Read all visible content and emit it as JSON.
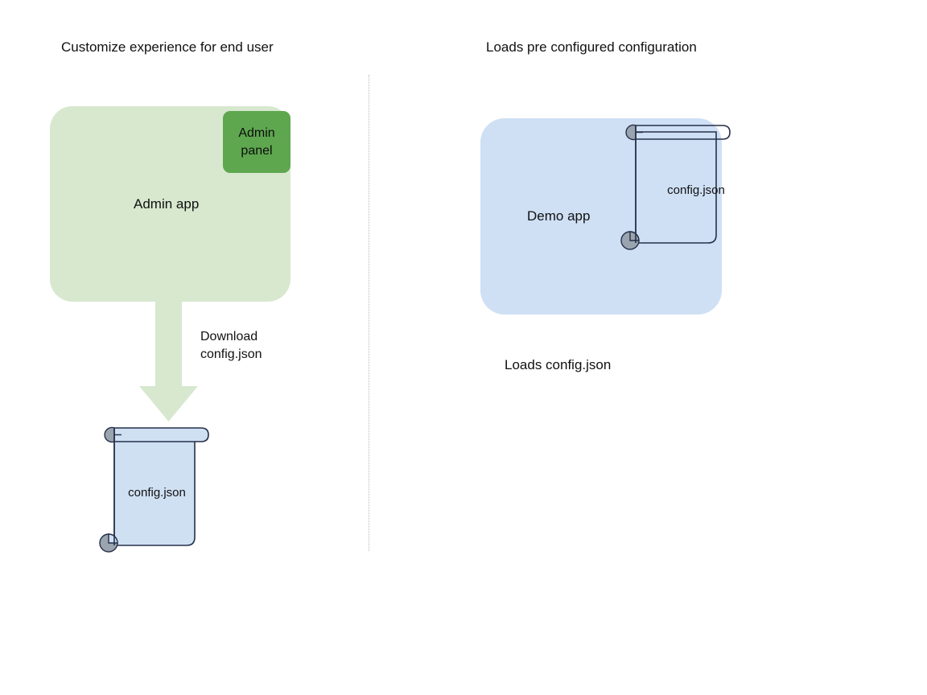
{
  "diagram": {
    "title_left": "Customize experience for end user",
    "title_right": "Loads pre configured configuration",
    "left_flow": {
      "app_label": "Admin app",
      "badge_label": "Admin panel",
      "arrow_label": "Download\nconfig.json",
      "arrow_label_line1": "Download",
      "arrow_label_line2": "config.json",
      "file_label": "config.json"
    },
    "right_flow": {
      "app_label": "Demo app",
      "file_label": "config.json",
      "caption": "Loads config.json"
    },
    "colors": {
      "admin_app_fill": "#d7e8cf",
      "admin_panel_fill": "#5ea74f",
      "demo_app_fill": "#cfe0f5",
      "scroll_fill": "#cfe0f3",
      "scroll_stroke": "#27304a",
      "scroll_roll_fill": "#9aa4ae",
      "arrow_fill": "#d7e8cf",
      "divider": "#b9b9b9",
      "text": "#111111",
      "background": "#ffffff"
    }
  }
}
